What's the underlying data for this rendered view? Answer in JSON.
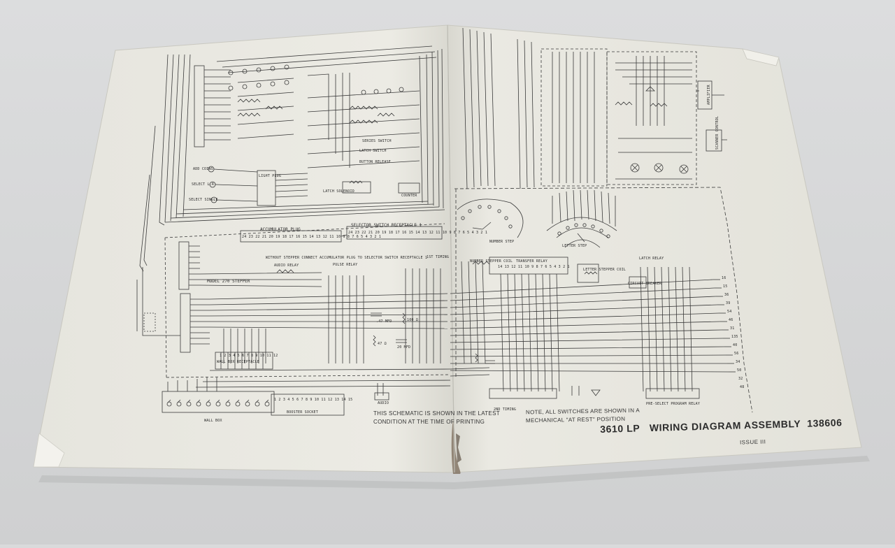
{
  "document": {
    "title": {
      "model": "3610 LP",
      "name": "WIRING DIAGRAM ASSEMBLY",
      "number": "138606",
      "issue": "ISSUE III"
    },
    "notes": {
      "schematic_line1": "THIS SCHEMATIC IS SHOWN IN THE LATEST",
      "schematic_line2": "CONDITION AT THE TIME OF PRINTING",
      "switches_line1": "NOTE, ALL SWITCHES ARE SHOWN IN A",
      "switches_line2": "MECHANICAL \"AT REST\" POSITION",
      "stepper_note": "WITHOUT STEPPER CONNECT ACCUMULATOR PLUG TO SELECTOR SWITCH RECEPTACLE 1"
    },
    "left_labels": {
      "accumulator_plug": "ACCUMULATOR PLUG",
      "accumulator_pins": "24 23 22 21 20 19 18 17 16 15 14 13 12 11 10 9 8 7 6 5 4 3 2 1",
      "selector_receptacle": "SELECTOR SWITCH RECEPTACLE 1",
      "selector_pins": "24 23 22 21 20 19 18 17 16 15 14 13 12 11 10 9 8 7 6 5 4 3 2 1",
      "model_stepper": "MODEL 270 STEPPER",
      "audio_relay": "AUDIO RELAY",
      "pulse_relay": "PULSE RELAY",
      "wall_box_receptacle": "WALL BOX RECEPTACLE",
      "wall_box_pins": "1 2 3 4 5 6 7 8 9 10 11 12",
      "wall_box": "WALL BOX",
      "booster_socket": "BOOSTER SOCKET",
      "booster_pins": "1 2 3 4 5 6 7 8 9 10 11 12 13 14 15",
      "series_switch": "SERIES SWITCH",
      "latch_switch": "LATCH SWITCH",
      "button_release": "BUTTON RELEASE",
      "latch_solenoid": "LATCH SOLENOID",
      "counter": "COUNTER",
      "add_coins": "ADD COINS",
      "select_lr": "SELECT L.R.",
      "select_single": "SELECT SINGLE",
      "light_plug": "LIGHT PLUG",
      "audio": "AUDIO",
      "cap_47": ".47 MFD",
      "res_47": "47 Ω",
      "cap_20": "20 MFD",
      "res_100": "100 Ω"
    },
    "right_labels": {
      "first_timing": "1ST TIMING",
      "number_stepper_coil": "NUMBER STEPPER COIL",
      "transfer_relay": "TRANSFER RELAY",
      "transfer_pins": "14 13 12 11 10 9 8 7 6 5 4 3 2 1",
      "letter_stepper_coil": "LETTER STEPPER COIL",
      "latch_relay": "LATCH RELAY",
      "circuit_breaker": "CIRCUIT BREAKER",
      "number_step": "NUMBER STEP",
      "letter_step": "LETTER STEP",
      "second_timing": "2ND TIMING",
      "preselect_relay": "PRE-SELECT PROGRAM RELAY",
      "amplifier": "AMPLIFIER",
      "scanner_control": "SCANNER CONTROL",
      "terminal_numbers": [
        "16",
        "15",
        "36",
        "39",
        "54",
        "46",
        "31",
        "135",
        "40",
        "56",
        "34",
        "50",
        "32",
        "48"
      ]
    }
  }
}
